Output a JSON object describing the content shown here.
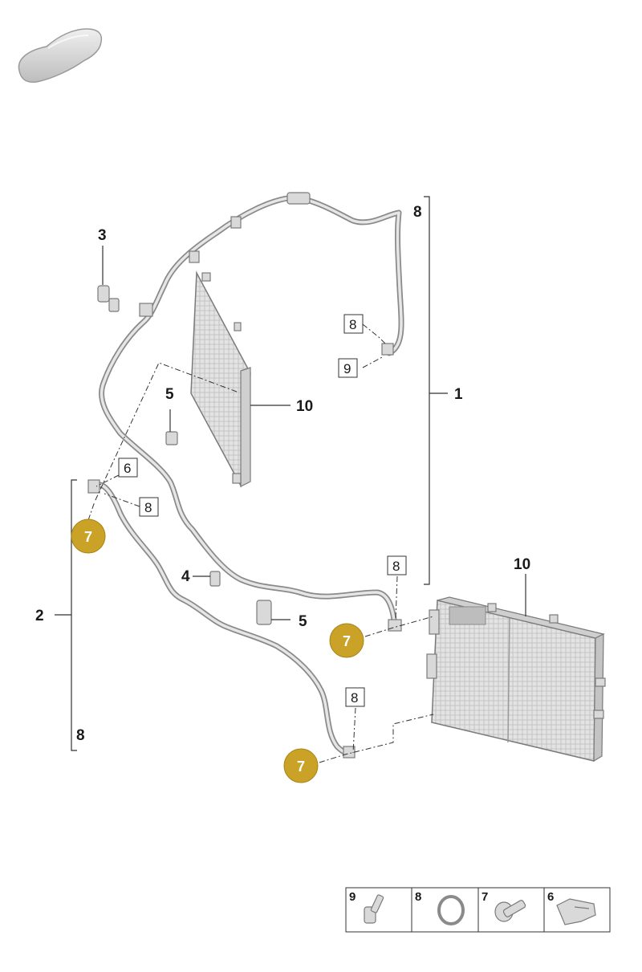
{
  "callouts": {
    "part_1": "1",
    "part_2": "2",
    "part_3": "3",
    "part_4": "4",
    "part_5a": "5",
    "part_5b": "5",
    "part_8_top": "8",
    "part_8_left": "8",
    "part_10_upper": "10",
    "part_10_lower": "10"
  },
  "boxed_labels": {
    "box_8_a": "8",
    "box_9": "9",
    "box_6": "6",
    "box_8_b": "8",
    "box_8_c": "8",
    "box_8_d": "8"
  },
  "circle_labels": {
    "circle_7_a": "7",
    "circle_7_b": "7",
    "circle_7_c": "7"
  },
  "legend": {
    "items": [
      {
        "label": "9",
        "icon": "bolt-icon"
      },
      {
        "label": "8",
        "icon": "o-ring-icon"
      },
      {
        "label": "7",
        "icon": "screw-icon"
      },
      {
        "label": "6",
        "icon": "clip-icon"
      }
    ]
  },
  "colors": {
    "circle_fill": "#c9a227",
    "part_grey": "#d9d9d9",
    "line": "#333333"
  }
}
